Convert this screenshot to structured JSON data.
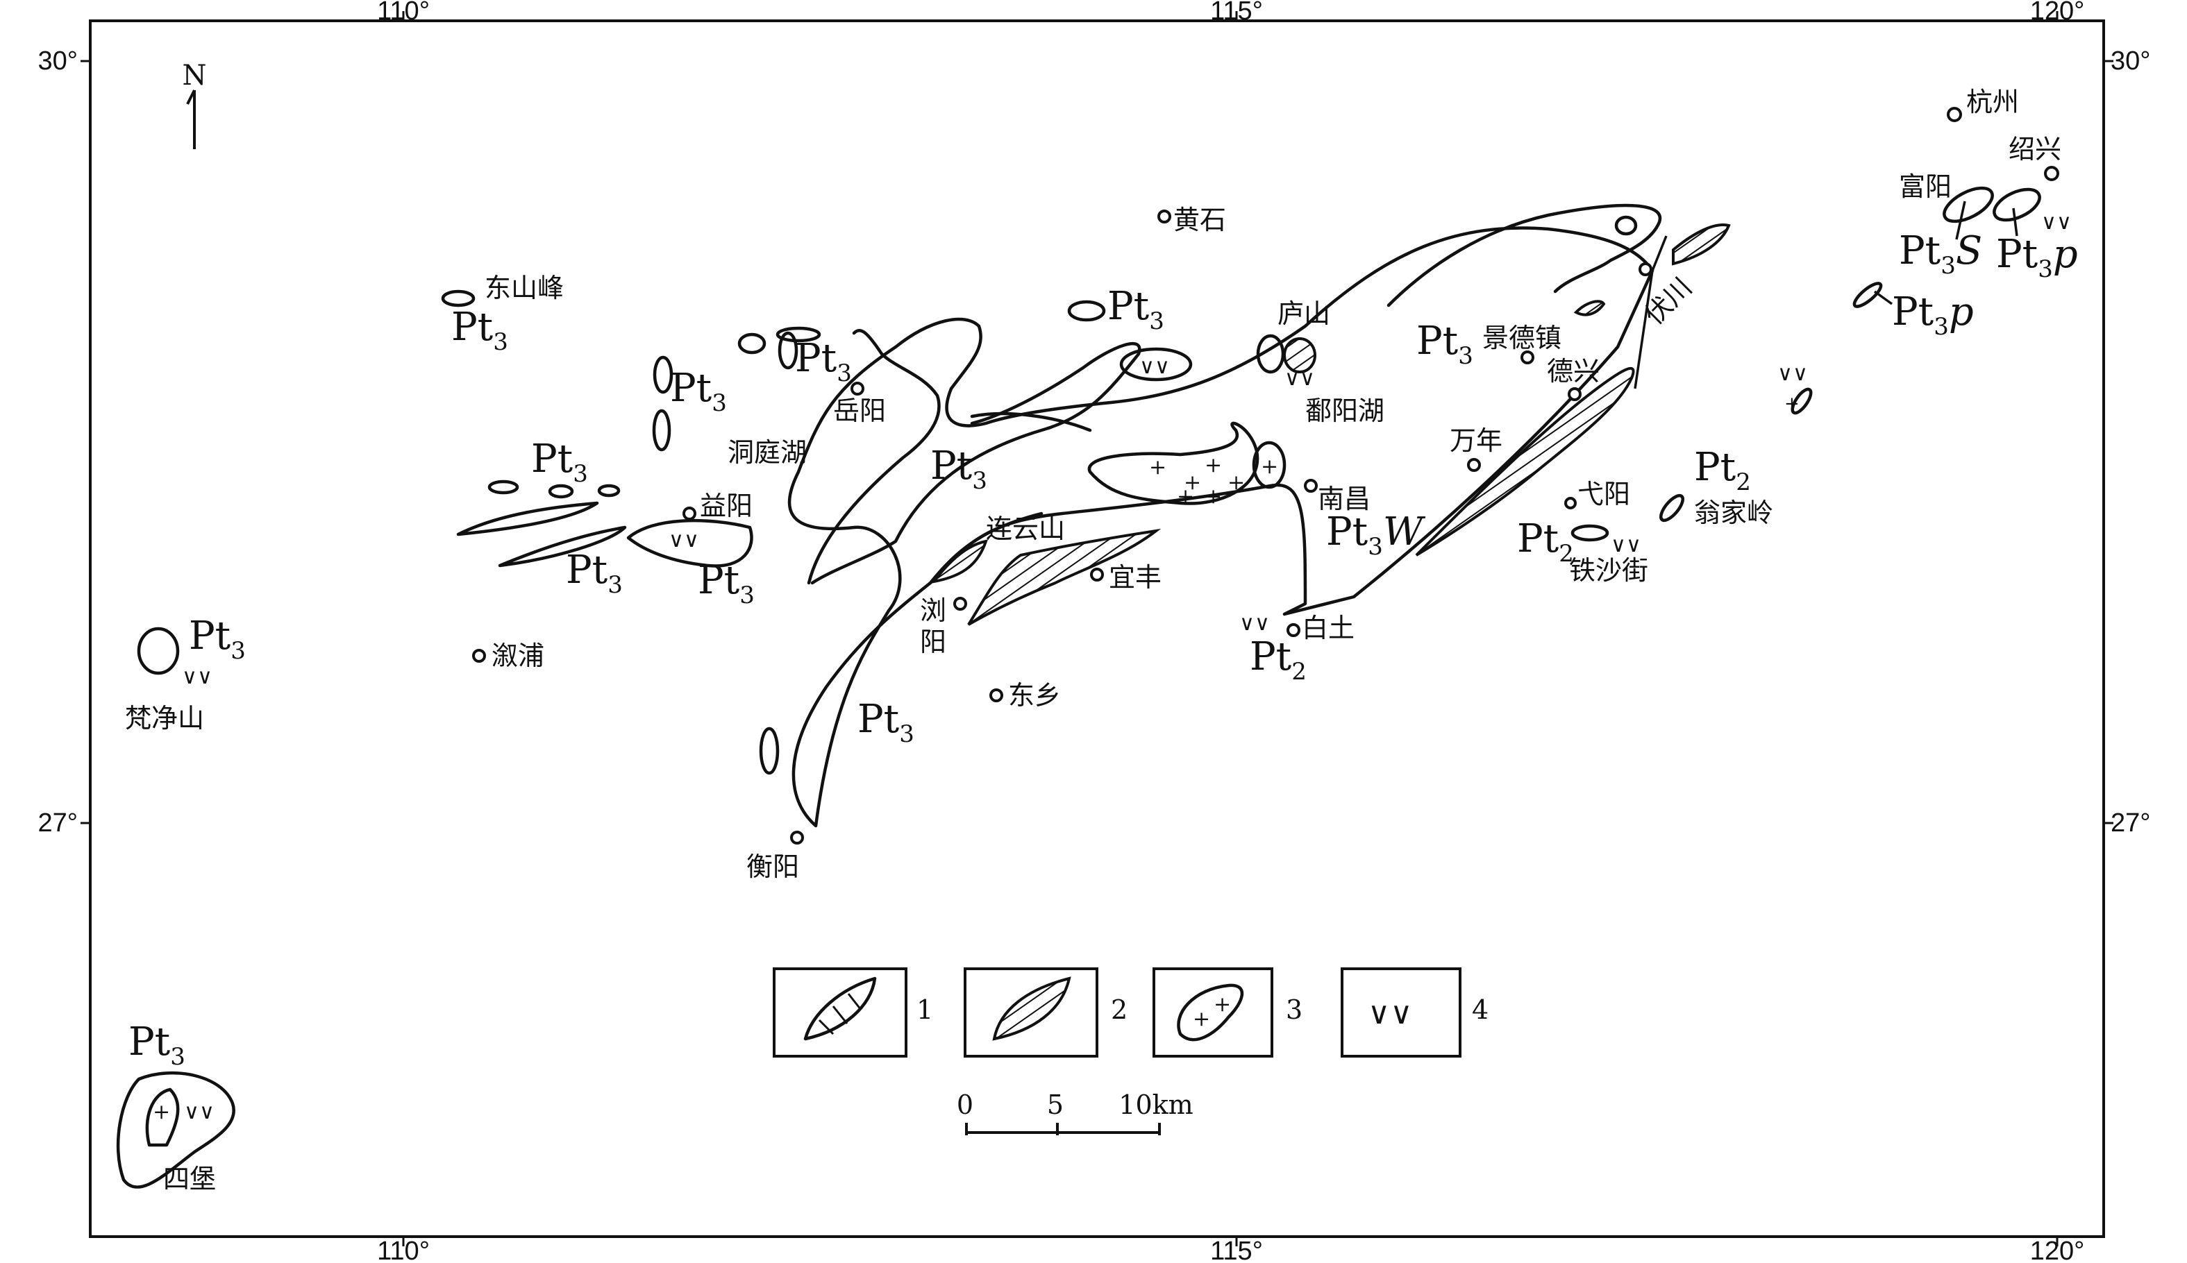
{
  "axes": {
    "top_lon": [
      "110°",
      "115°",
      "120°"
    ],
    "bottom_lon": [
      "110°",
      "115°",
      "120°"
    ],
    "left_lat": [
      "30°",
      "27°"
    ],
    "right_lat": [
      "30°",
      "27°"
    ]
  },
  "north_arrow": "N",
  "places": {
    "hangzhou": "杭州",
    "shaoxing": "绍兴",
    "fuyang": "富阳",
    "huangshi": "黄石",
    "lushan": "庐山",
    "jingdezhen": "景德镇",
    "fuchuan": "伏川",
    "dexing": "德兴",
    "poyanghu": "鄱阳湖",
    "wannian": "万年",
    "nanchang": "南昌",
    "yiyang_jx": "弋阳",
    "wengjialing": "翁家岭",
    "tieshajie": "铁沙街",
    "baitu": "白土",
    "yifeng": "宜丰",
    "lianyunshan": "连云山",
    "liuyang_a": "浏",
    "liuyang_b": "阳",
    "dongxiang": "东乡",
    "hengyang": "衡阳",
    "yueyang": "岳阳",
    "dongtinghu": "洞庭湖",
    "yiyang_hn": "益阳",
    "dongshanfeng": "东山峰",
    "xupu": "溆浦",
    "fanjingshan": "梵净山",
    "sibao": "四堡"
  },
  "units": {
    "pt3_base": "Pt",
    "pt3_sub": "3",
    "pt2_base": "Pt",
    "pt2_sub": "2",
    "suffix_S": "S",
    "suffix_p": "p",
    "suffix_W": "W"
  },
  "volcanic_symbol": "∨∨",
  "granite_symbol": "+",
  "legend": {
    "items": [
      {
        "id": "1",
        "label": "1"
      },
      {
        "id": "2",
        "label": "2"
      },
      {
        "id": "3",
        "label": "3"
      },
      {
        "id": "4",
        "label": "4"
      }
    ]
  },
  "scale_bar": {
    "ticks": [
      "0",
      "5",
      "10km"
    ]
  }
}
